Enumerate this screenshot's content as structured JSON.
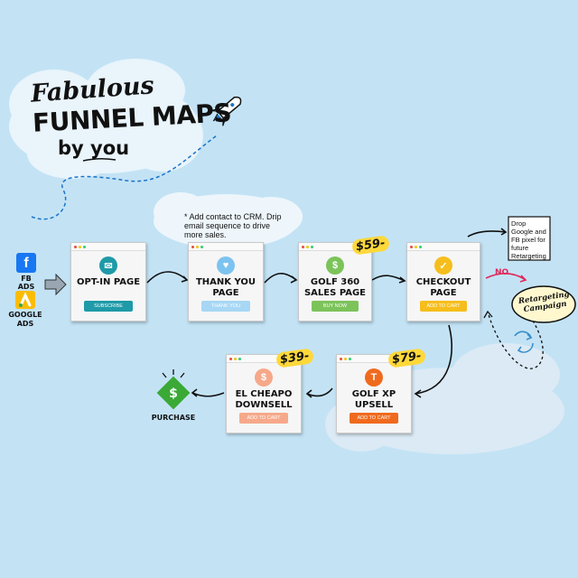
{
  "title": {
    "line1": "Fabulous",
    "line2": "FUNNEL MAPS",
    "line3": "by you"
  },
  "traffic": [
    {
      "label": "FB ADS",
      "icon": "facebook-icon",
      "color": "#1877f2"
    },
    {
      "label": "GOOGLE ADS",
      "icon": "google-ads-icon",
      "color": "#fbbc04"
    }
  ],
  "pages": {
    "optin": {
      "title": "OPT-IN PAGE",
      "button": "SUBSCRIBE",
      "icon": "mail-icon",
      "icon_color": "#1e9aa8",
      "button_color": "#1e9aa8"
    },
    "thankyou": {
      "title": "THANK YOU PAGE",
      "button": "THANK YOU",
      "icon": "heart-icon",
      "icon_color": "#7cc3f0",
      "button_color": "#a7d7f5"
    },
    "sales": {
      "title": "GOLF 360 SALES PAGE",
      "button": "BUY NOW",
      "icon": "dollar-icon",
      "icon_color": "#7cc35a",
      "button_color": "#7cc35a",
      "price": "$59-"
    },
    "checkout": {
      "title": "CHECKOUT PAGE",
      "button": "ADD TO CART",
      "icon": "check-icon",
      "icon_color": "#f6be1c",
      "button_color": "#f6be1c"
    },
    "upsell": {
      "title": "GOLF XP UPSELL",
      "button": "ADD TO CART",
      "icon": "shirt-icon",
      "icon_color": "#f06a1e",
      "button_color": "#f06a1e",
      "price": "$79-"
    },
    "downsell": {
      "title": "EL CHEAPO DOWNSELL",
      "button": "ADD TO CART",
      "icon": "moneybag-icon",
      "icon_color": "#f6a98a",
      "button_color": "#f6a98a",
      "price": "$39-"
    }
  },
  "notes": {
    "crm": "* Add contact to CRM. Drip email sequence to drive more sales.",
    "pixel": "Drop Google and FB pixel for future Retargeting",
    "no": "NO",
    "retargeting": "Retargeting Campaign",
    "purchase": "PURCHASE"
  },
  "colors": {
    "background": "#c3e3f5",
    "cloud": "#e8f3fa",
    "arrow_red": "#e0285a",
    "purchase_green": "#3aa935"
  }
}
